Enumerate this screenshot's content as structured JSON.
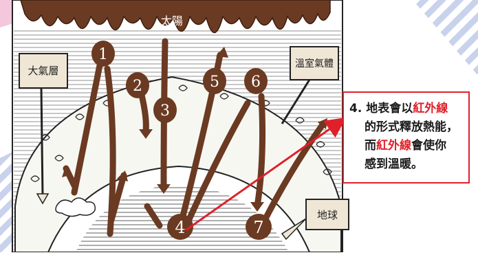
{
  "diagram": {
    "sun_label": "太陽",
    "greenhouse_label": "溫室氣體",
    "atmosphere_label": "大氣層",
    "earth_label": "地球",
    "markers": [
      "1",
      "2",
      "3",
      "4",
      "5",
      "6",
      "7"
    ]
  },
  "callout": {
    "number": "4.",
    "line1_a": "地表會以",
    "line1_b": "紅外線",
    "line2": "的形式釋放熱能，",
    "line3_a": "而",
    "line3_b": "紅外線",
    "line3_c": "會使你",
    "line4": "感到溫暖。"
  },
  "colors": {
    "brown": "#6b3a22",
    "red_arrow": "#e0202a",
    "label_box": "#efe6d6",
    "stripe_blue": "#c9d2ec"
  }
}
